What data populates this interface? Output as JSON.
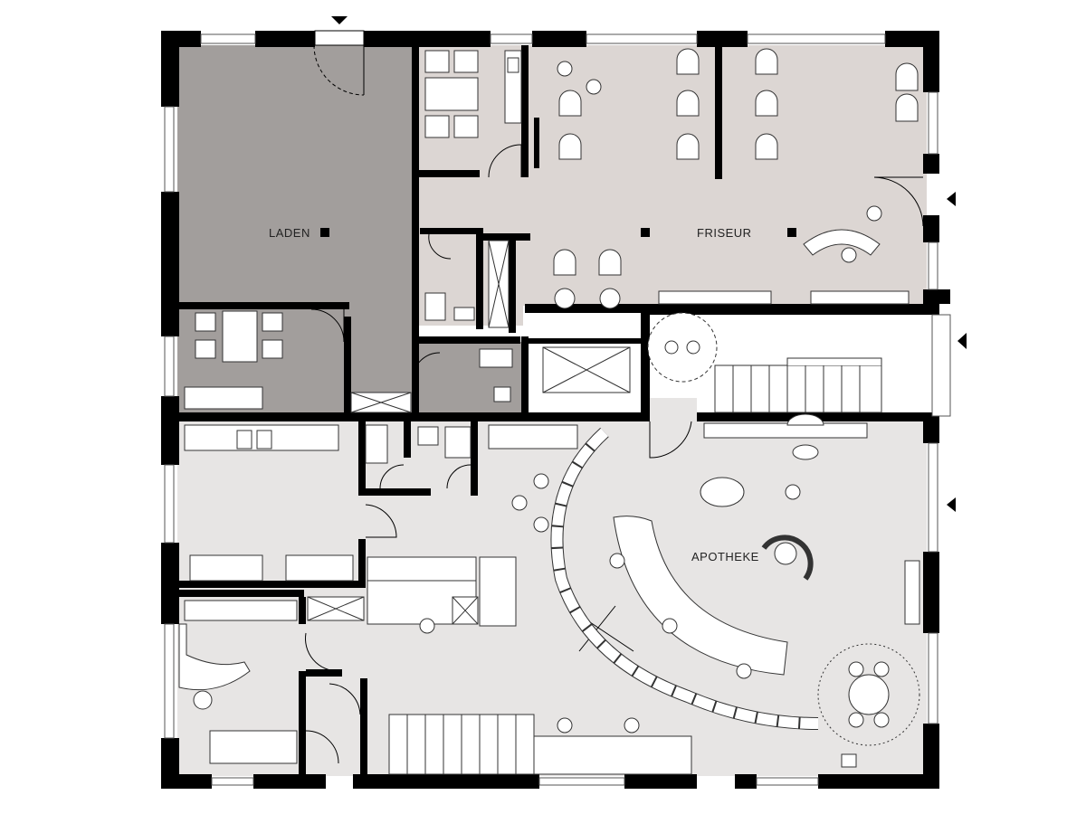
{
  "plan": {
    "rooms": {
      "laden": "LADEN",
      "friseur": "FRISEUR",
      "apotheke": "APOTHEKE"
    }
  },
  "colors": {
    "laden": "#a29e9c",
    "friseur": "#dcd6d3",
    "apotheke": "#e7e5e4",
    "service": "#dcdad9",
    "wall": "#000000"
  }
}
